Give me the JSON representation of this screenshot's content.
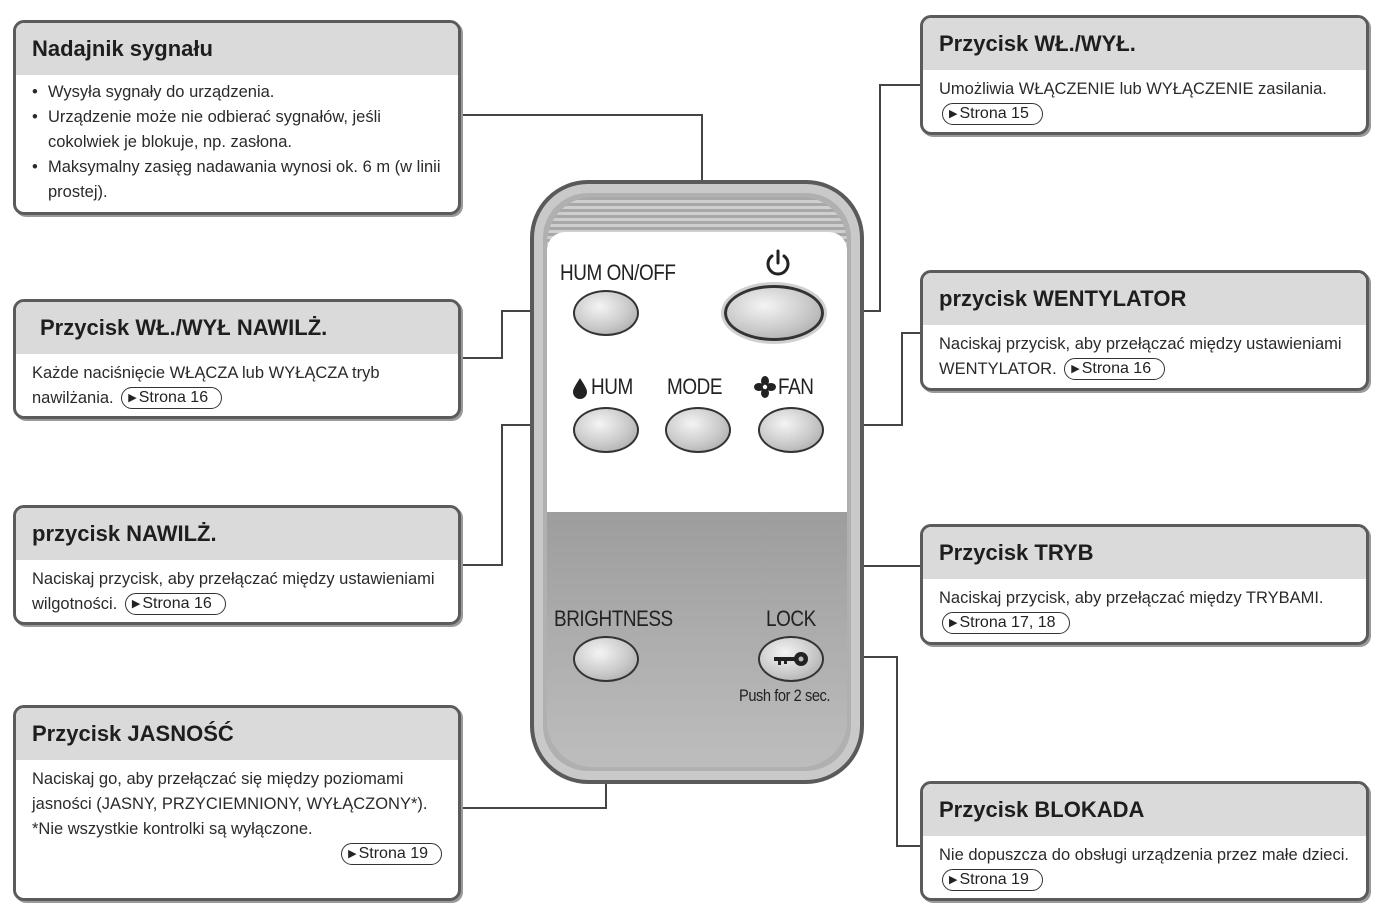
{
  "remote": {
    "hum_onoff_label": "HUM ON/OFF",
    "hum_label": "HUM",
    "mode_label": "MODE",
    "fan_label": "FAN",
    "brightness_label": "BRIGHTNESS",
    "lock_label": "LOCK",
    "lock_hint": "Push for 2 sec.",
    "power_icon": "power-icon",
    "drop_icon": "water-drop-icon",
    "fan_icon": "fan-icon",
    "key_icon": "key-icon"
  },
  "callouts": {
    "transmitter": {
      "title": "Nadajnik sygnału",
      "bullets": [
        "Wysyła sygnały do urządzenia.",
        "Urządzenie może nie odbierać sygnałów, jeśli cokolwiek je blokuje, np. zasłona.",
        "Maksymalny zasięg nadawania wynosi ok. 6 m (w linii prostej)."
      ]
    },
    "hum_onoff": {
      "title": "Przycisk WŁ./WYŁ NAWILŻ.",
      "text": "Każde naciśnięcie WŁĄCZA lub WYŁĄCZA tryb nawilżania.",
      "ref": "Strona 16"
    },
    "hum": {
      "title": "przycisk NAWILŻ.",
      "text": "Naciskaj przycisk, aby przełączać między ustawieniami wilgotności.",
      "ref": "Strona 16"
    },
    "brightness": {
      "title": "Przycisk JASNOŚĆ",
      "text": "Naciskaj go, aby przełączać się między poziomami jasności (JASNY, PRZYCIEMNIONY, WYŁĄCZONY*).",
      "note": "*Nie wszystkie kontrolki są wyłączone.",
      "ref": "Strona 19"
    },
    "power": {
      "title": "Przycisk WŁ./WYŁ.",
      "text": "Umożliwia WŁĄCZENIE lub WYŁĄCZENIE zasilania.",
      "ref": "Strona 15"
    },
    "fan": {
      "title": "przycisk WENTYLATOR",
      "text": "Naciskaj przycisk, aby przełączać między ustawieniami WENTYLATOR.",
      "ref": "Strona 16"
    },
    "mode": {
      "title": "Przycisk TRYB",
      "text": "Naciskaj przycisk, aby przełączać między TRYBAMI.",
      "ref": "Strona 17, 18"
    },
    "lock": {
      "title": "Przycisk BLOKADA",
      "text": "Nie dopuszcza do obsługi urządzenia przez małe dzieci.",
      "ref": "Strona 19"
    }
  }
}
